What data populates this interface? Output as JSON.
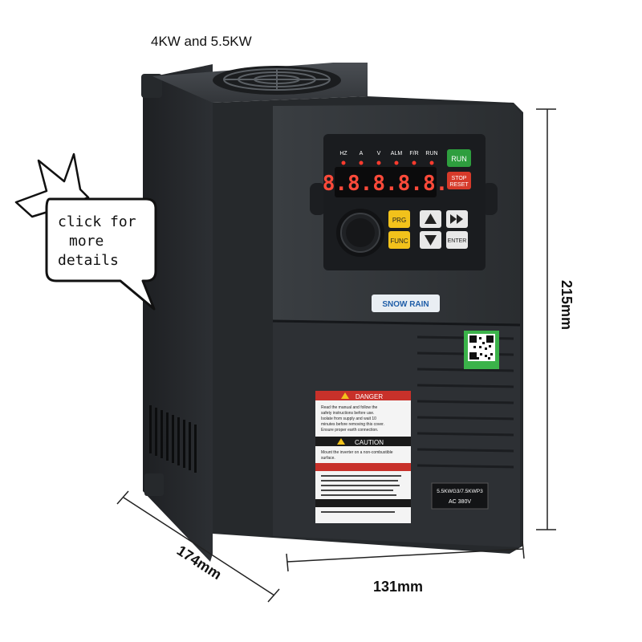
{
  "heading": "4KW and 5.5KW",
  "bubble": {
    "line1": "click  for",
    "line2": "more",
    "line3": "details"
  },
  "dimensions": {
    "height": "215mm",
    "depth": "174mm",
    "width": "131mm"
  },
  "panel": {
    "indicators": [
      "HZ",
      "A",
      "V",
      "ALM",
      "F/R",
      "RUN"
    ],
    "display": "8.8.8.8.8.",
    "buttons": {
      "run": "RUN",
      "stop": "STOP",
      "reset": "RESET",
      "prg": "PRG",
      "func": "FUNC",
      "enter": "ENTER"
    }
  },
  "brand": "SNOW RAIN",
  "labels": {
    "danger": "DANGER",
    "danger_lines": [
      "Read the manual and follow the",
      "safety instructions before use.",
      "Isolate from supply and wait 10",
      "minutes before removing this cover.",
      "Ensure proper earth connection."
    ],
    "caution": "CAUTION",
    "caution_lines": [
      "Mount the inverter on a non-combustible",
      "surface."
    ],
    "rating": "5.5KWG3/7.5KWP3",
    "voltage": "AC 380V"
  },
  "colors": {
    "body": "#2b2e31",
    "run": "#2e9e3e",
    "stop": "#d63a2a",
    "key": "#f2c21b",
    "danger": "#c8312a",
    "display": "#ff4a3a"
  }
}
